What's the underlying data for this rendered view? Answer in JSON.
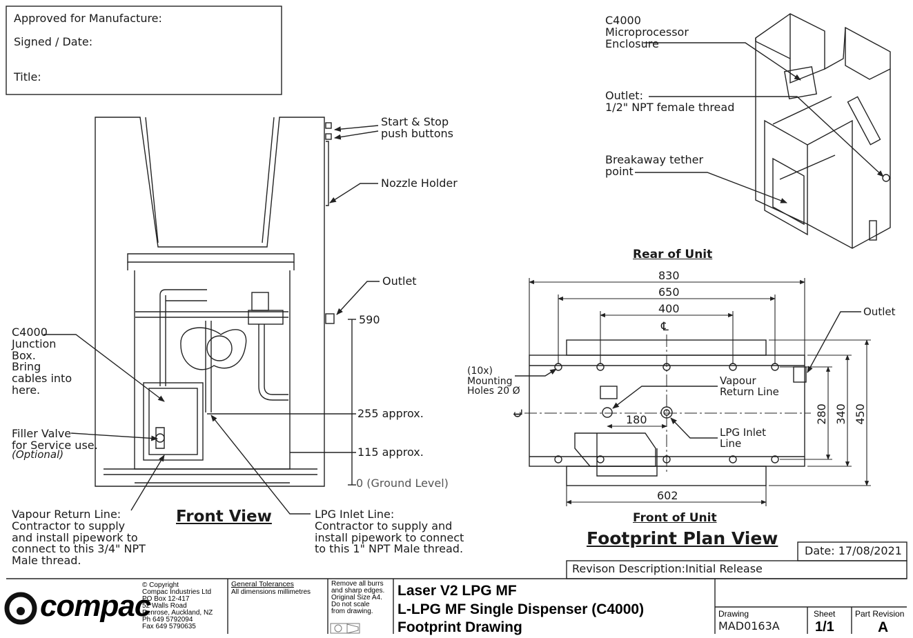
{
  "approval": {
    "approved": "Approved for Manufacture:",
    "signed": "Signed / Date:",
    "title": "Title:"
  },
  "front_view": {
    "heading": "Front View",
    "start_stop": "Start & Stop\npush buttons",
    "nozzle_holder": "Nozzle Holder",
    "outlet": "Outlet",
    "dim_590": "590",
    "dim_255": "255 approx.",
    "dim_115": "115 approx.",
    "dim_0": "0 (Ground Level)",
    "junction_box": "C4000\nJunction\nBox.\nBring\ncables into\nhere.",
    "filler_valve": "Filler Valve\nfor Service use.",
    "optional": "(Optional)",
    "vapour_return": "Vapour Return Line:\nContractor to supply\nand install pipework to\nconnect to this 3/4\" NPT\nMale thread.",
    "lpg_inlet": "LPG Inlet Line:\nContractor to supply and\ninstall pipework to connect\nto this 1\" NPT Male thread."
  },
  "iso_view": {
    "enclosure": "C4000\nMicroprocessor\nEnclosure",
    "outlet": "Outlet:\n1/2\" NPT female thread",
    "tether": "Breakaway tether\npoint"
  },
  "plan_view": {
    "rear": "Rear of Unit",
    "front": "Front of Unit",
    "heading": "Footprint Plan View",
    "dim_830": "830",
    "dim_650": "650",
    "dim_400": "400",
    "dim_180": "180",
    "dim_602": "602",
    "dim_280": "280",
    "dim_340": "340",
    "dim_450": "450",
    "centerline": "℄",
    "mounting": "(10x)\nMounting\nHoles 20 Ø",
    "vapour_return": "Vapour\nReturn Line",
    "lpg_inlet": "LPG Inlet\nLine",
    "outlet": "Outlet"
  },
  "date": "Date: 17/08/2021",
  "revision": "Revison Description:Initial Release",
  "title_block": {
    "logo": "compac",
    "copyright": "© Copyright\nCompac Industries Ltd\nPO Box 12-417\n52 Walls Road\nPenrose, Auckland, NZ\nPh 649 5792094\nFax 649 5790635",
    "tolerances_title": "General Tolerances",
    "tolerances_text": "All dimensions millimetres",
    "burrs": "Remove all burrs\nand sharp edges.\nOriginal Size A4.\nDo not scale\nfrom drawing.",
    "title_line1": "Laser V2 LPG MF",
    "title_line2": "L-LPG MF Single Dispenser (C4000)",
    "title_line3": "Footprint Drawing",
    "drawing_label": "Drawing",
    "drawing_number": "MAD0163A",
    "sheet_label": "Sheet",
    "sheet_value": "1/1",
    "part_rev_label": "Part Revision",
    "part_rev_value": "A"
  }
}
